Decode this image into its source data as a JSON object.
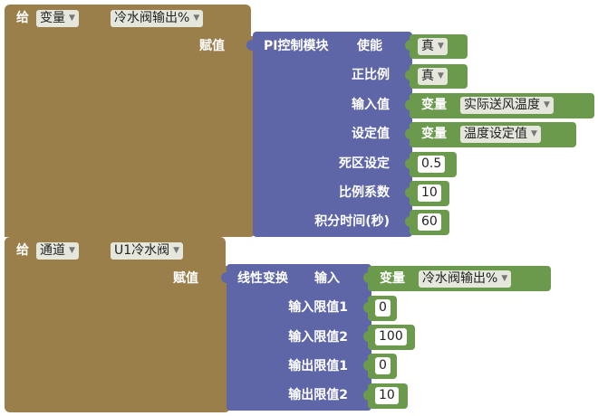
{
  "block1": {
    "set_label": "给",
    "category_value": "变量",
    "target_value": "冷水阀输出%",
    "assign_label": "赋值",
    "pi_module": {
      "title": "PI控制模块",
      "enable_label": "使能",
      "enable_value": "真",
      "proportional_label": "正比例",
      "proportional_value": "真",
      "input_label": "输入值",
      "input_var_label": "变量",
      "input_var_value": "实际送风温度",
      "setpoint_label": "设定值",
      "setpoint_var_label": "变量",
      "setpoint_var_value": "温度设定值",
      "deadband_label": "死区设定",
      "deadband_value": "0.5",
      "gain_label": "比例系数",
      "gain_value": "10",
      "integral_label": "积分时间(秒)",
      "integral_value": "60"
    }
  },
  "block2": {
    "set_label": "给",
    "category_value": "通道",
    "target_value": "U1冷水阀",
    "assign_label": "赋值",
    "linear": {
      "title": "线性变换",
      "input_label": "输入",
      "input_var_label": "变量",
      "input_var_value": "冷水阀输出%",
      "in_min_label": "输入限值1",
      "in_min_value": "0",
      "in_max_label": "输入限值2",
      "in_max_value": "100",
      "out_min_label": "输出限值1",
      "out_min_value": "0",
      "out_max_label": "输出限值2",
      "out_max_value": "10"
    }
  },
  "colors": {
    "set_block": "#9b7f4b",
    "function_block": "#5e66a8",
    "value_block": "#6b9a4d"
  }
}
